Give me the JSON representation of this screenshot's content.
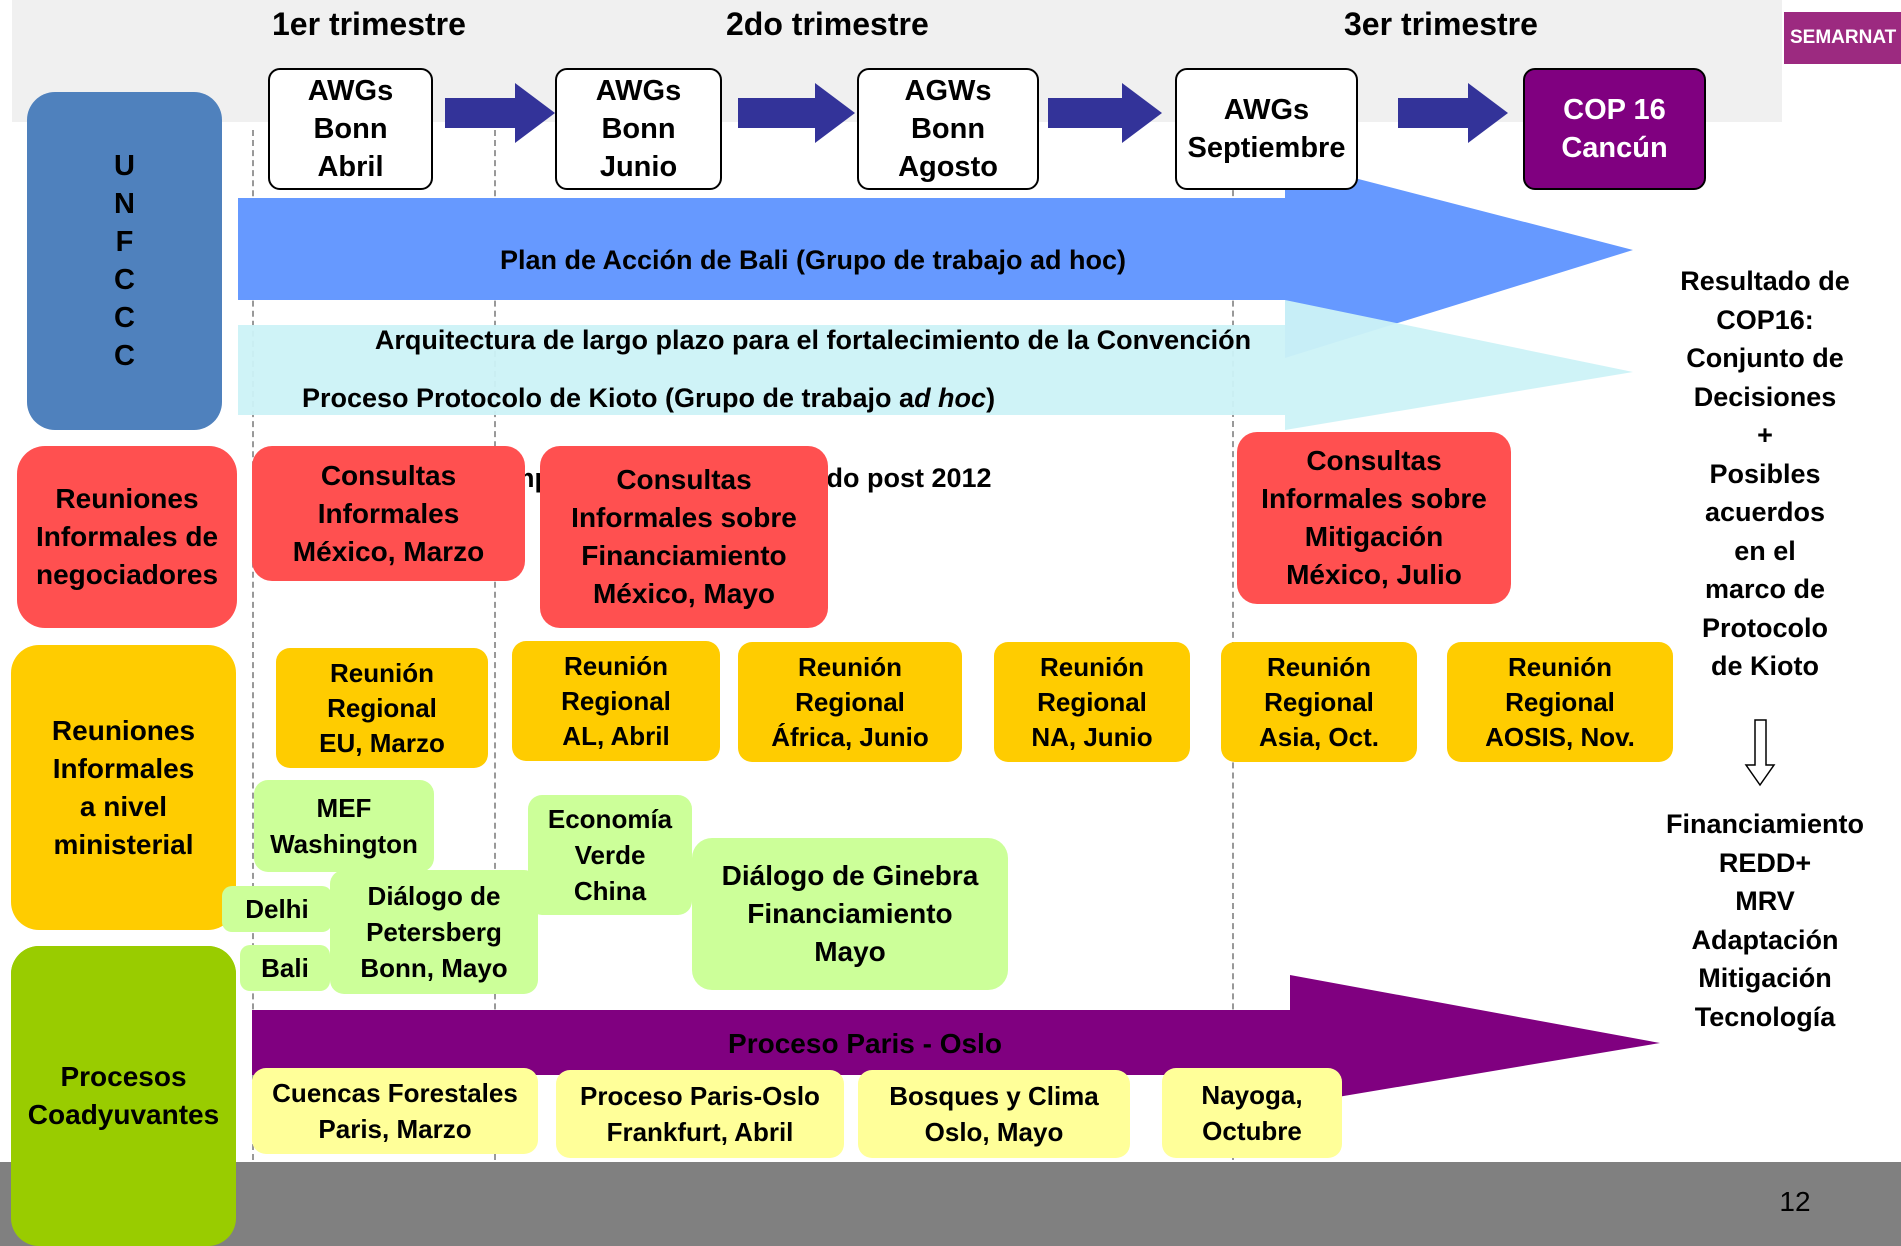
{
  "header": {
    "logo_text": "SEMARNAT",
    "quarters": [
      "1er trimestre",
      "2do trimestre",
      "3er trimestre"
    ]
  },
  "timeline": [
    {
      "label": "AWGs\nBonn\nAbril"
    },
    {
      "label": "AWGs\nBonn\nJunio"
    },
    {
      "label": "AGWs\nBonn\nAgosto"
    },
    {
      "label": "AWGs\nSeptiembre"
    },
    {
      "label": "COP 16\nCancún"
    }
  ],
  "rows": {
    "unfccc": "U\nN\nF\nC\nC\nC",
    "informales": "Reuniones\nInformales de\nnegociadores",
    "ministerial": "Reuniones\nInformales\na nivel\nministerial",
    "coadyuvantes": "Procesos\nCoadyuvantes"
  },
  "arrows": {
    "bali_line1": "Plan de Acción de Bali (Grupo de trabajo ad hoc)",
    "bali_line2": "Arquitectura de largo plazo para el fortalecimiento de la Convención",
    "kioto_line1_pre": "Proceso Protocolo de Kioto (Grupo de trabajo a",
    "kioto_line1_ital": "d hoc",
    "kioto_line1_post": ")",
    "kioto_line2": "Definición de compromisos para 2º periodo post 2012",
    "paris": "Proceso Paris - Oslo"
  },
  "consultas": [
    "Consultas\nInformales\nMéxico, Marzo",
    "Consultas\nInformales sobre\nFinanciamiento\nMéxico, Mayo",
    "Consultas\nInformales sobre\nMitigación\nMéxico, Julio"
  ],
  "regionales": [
    "Reunión\nRegional\nEU, Marzo",
    "Reunión\nRegional\nAL, Abril",
    "Reunión\nRegional\nÁfrica, Junio",
    "Reunión\nRegional\nNA, Junio",
    "Reunión\nRegional\nAsia, Oct.",
    "Reunión\nRegional\nAOSIS, Nov."
  ],
  "ministerial_boxes": {
    "mef": "MEF\nWashington",
    "delhi": "Delhi",
    "bali": "Bali",
    "petersberg": "Diálogo de\nPetersberg\nBonn, Mayo",
    "economia": "Economía\nVerde\nChina",
    "ginebra": "Diálogo de Ginebra\nFinanciamiento\nMayo"
  },
  "coadyuvantes_boxes": [
    "Cuencas Forestales\nParis, Marzo",
    "Proceso Paris-Oslo\nFrankfurt, Abril",
    "Bosques y Clima\nOslo, Mayo",
    "Nayoga,\nOctubre"
  ],
  "result": {
    "text": "Resultado de\nCOP16:\nConjunto de\nDecisiones\n+\nPosibles\nacuerdos\nen el\nmarco de\nProtocolo\nde Kioto",
    "topics": "Financiamiento\nREDD+\nMRV\nAdaptación\nMitigación\nTecnología"
  },
  "footer": {
    "page_number": "12"
  }
}
